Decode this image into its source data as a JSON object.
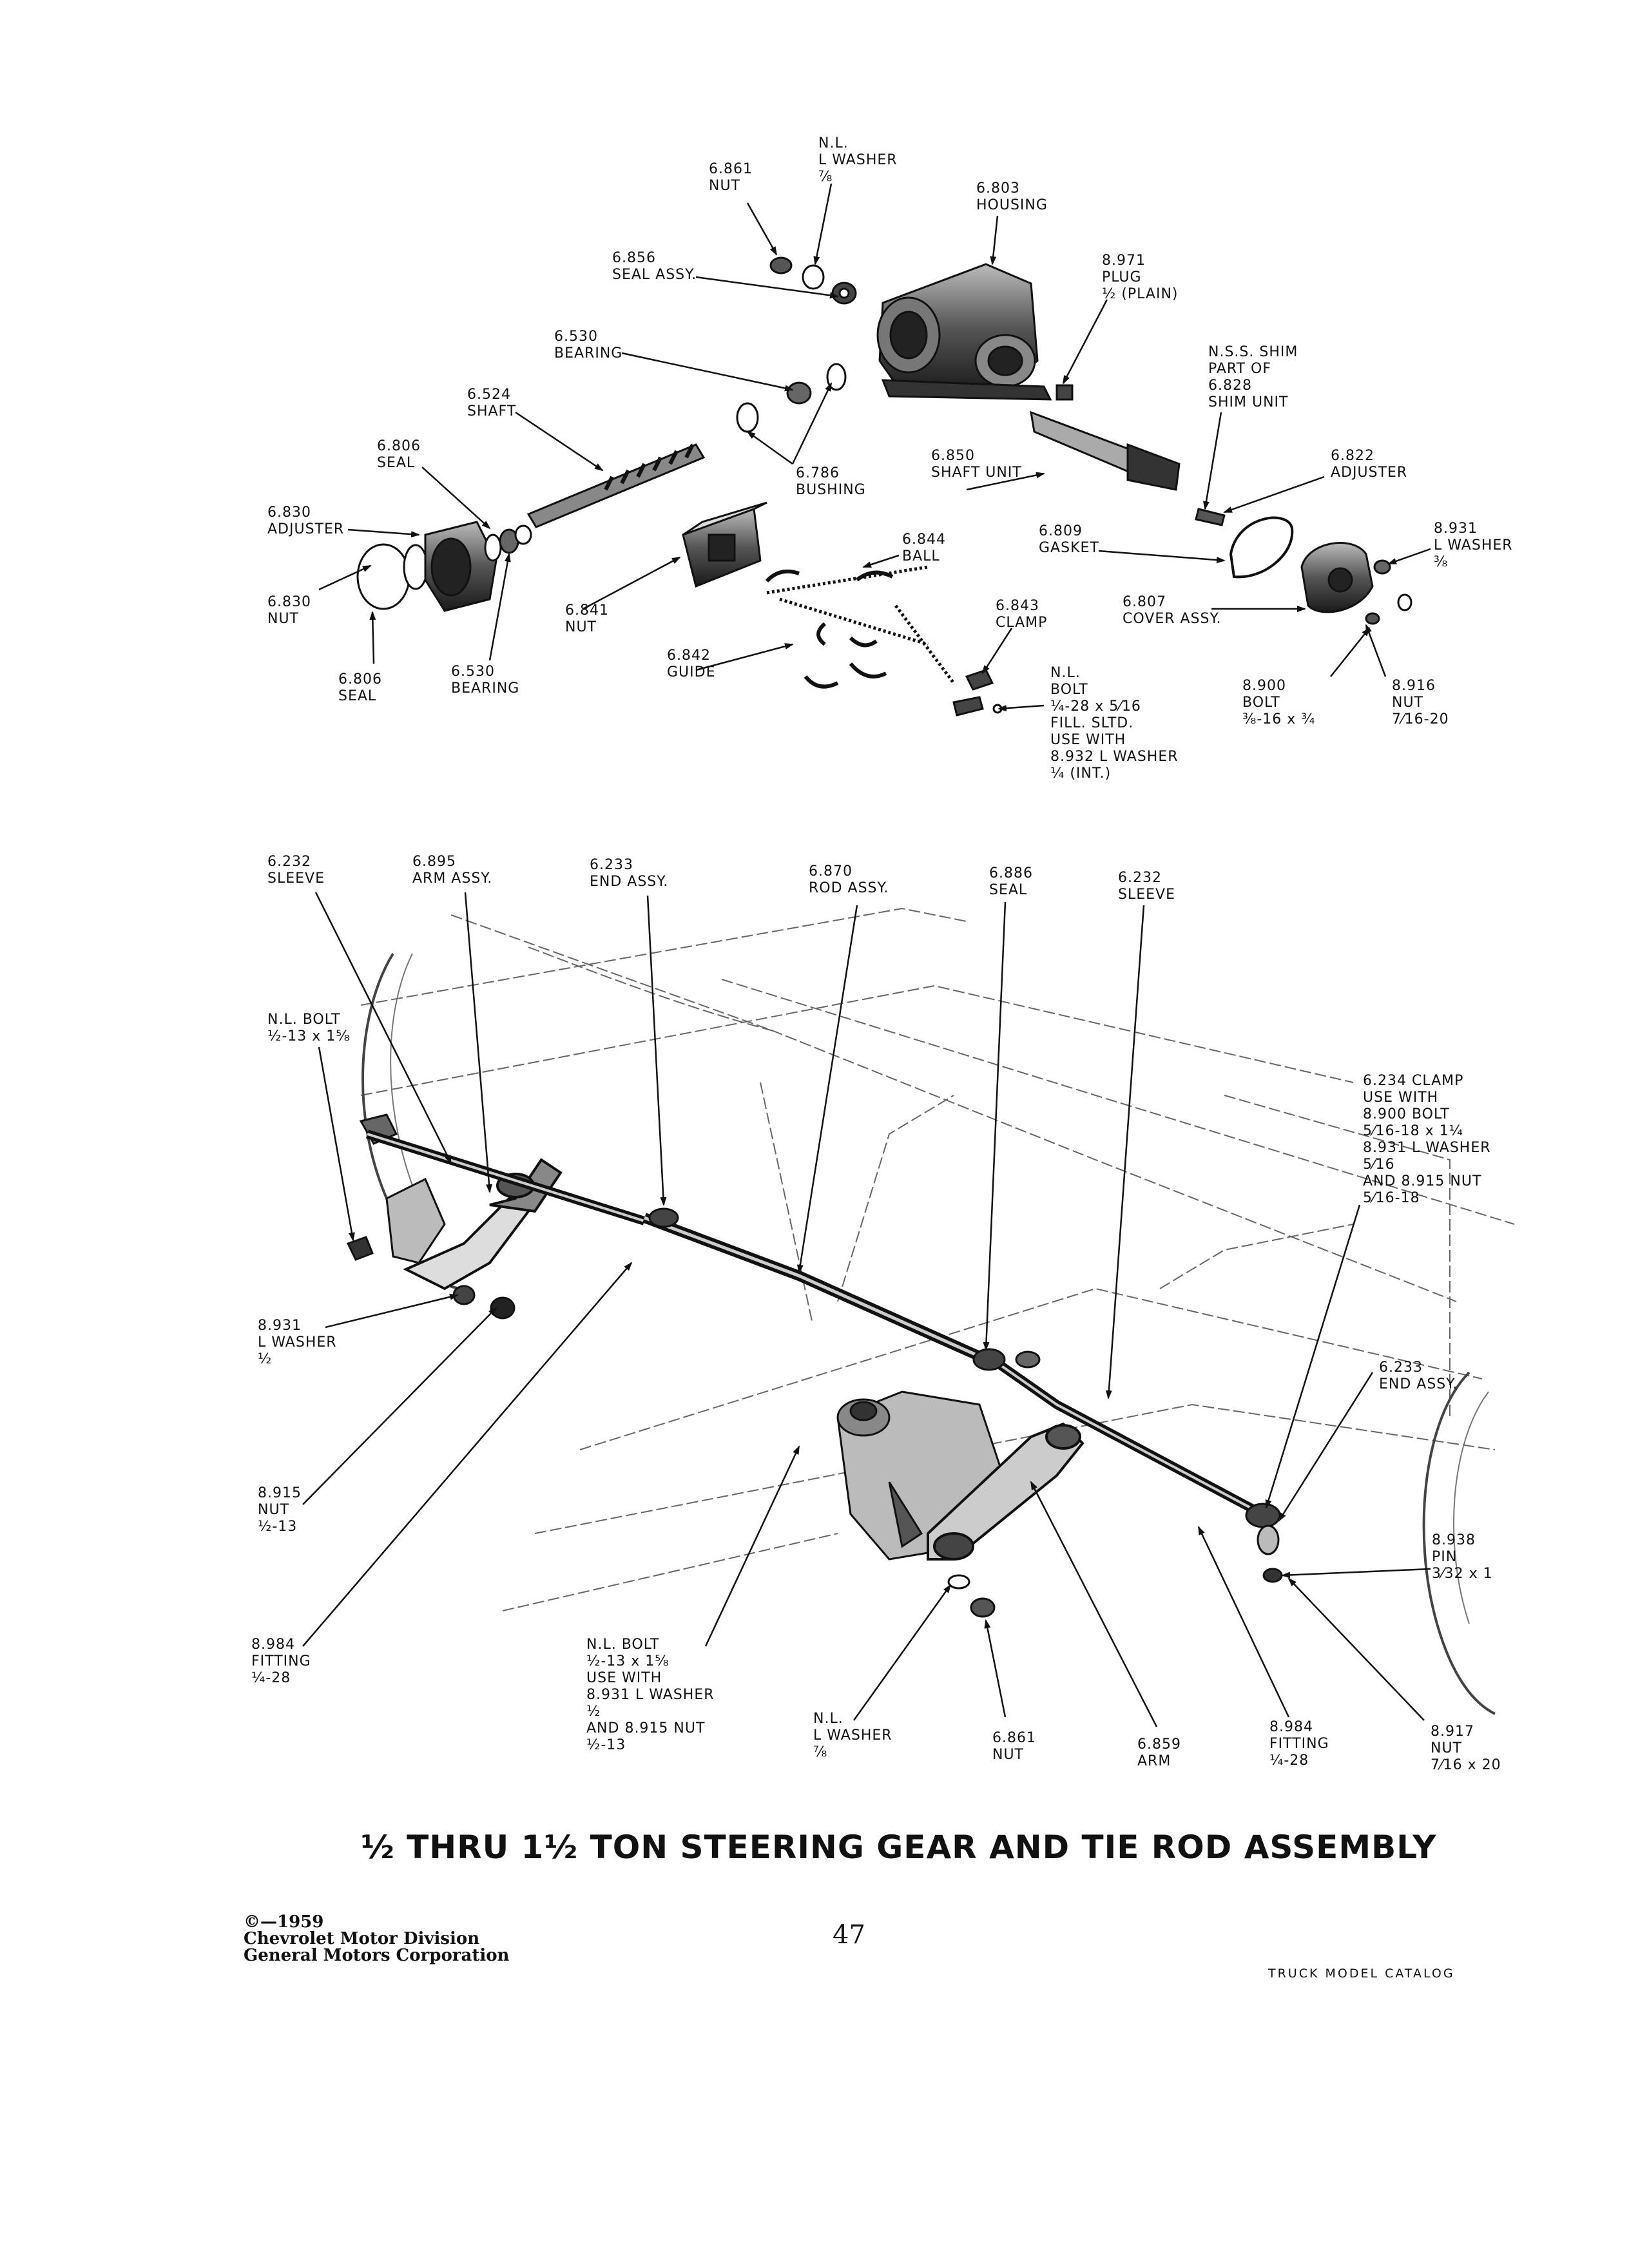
{
  "labels": [
    {
      "id": "nl-washer-top",
      "lines": [
        "N.L.",
        "L WASHER",
        "⅞"
      ]
    },
    {
      "id": "nut-6861-top",
      "lines": [
        "6.861",
        "NUT"
      ]
    },
    {
      "id": "housing-6803",
      "lines": [
        "6.803",
        "HOUSING"
      ]
    },
    {
      "id": "seal-assy-6856",
      "lines": [
        "6.856",
        "SEAL ASSY."
      ]
    },
    {
      "id": "plug-8971",
      "lines": [
        "8.971",
        "PLUG",
        "½ (PLAIN)"
      ]
    },
    {
      "id": "bearing-6530-top",
      "lines": [
        "6.530",
        "BEARING"
      ]
    },
    {
      "id": "shim-nss",
      "lines": [
        "N.S.S. SHIM",
        "PART OF",
        "6.828",
        "SHIM UNIT"
      ]
    },
    {
      "id": "shaft-6524",
      "lines": [
        "6.524",
        "SHAFT"
      ]
    },
    {
      "id": "seal-6806-top",
      "lines": [
        "6.806",
        "SEAL"
      ]
    },
    {
      "id": "bushing-6786",
      "lines": [
        "6.786",
        "BUSHING"
      ]
    },
    {
      "id": "shaft-unit-6850",
      "lines": [
        "6.850",
        "SHAFT UNIT"
      ]
    },
    {
      "id": "adjuster-6822",
      "lines": [
        "6.822",
        "ADJUSTER"
      ]
    },
    {
      "id": "adjuster-6830",
      "lines": [
        "6.830",
        "ADJUSTER"
      ]
    },
    {
      "id": "ball-6844",
      "lines": [
        "6.844",
        "BALL"
      ]
    },
    {
      "id": "gasket-6809",
      "lines": [
        "6.809",
        "GASKET"
      ]
    },
    {
      "id": "washer-8931-top",
      "lines": [
        "8.931",
        "L WASHER",
        "⅜"
      ]
    },
    {
      "id": "nut-6830",
      "lines": [
        "6.830",
        "NUT"
      ]
    },
    {
      "id": "nut-6841",
      "lines": [
        "6.841",
        "NUT"
      ]
    },
    {
      "id": "clamp-6843",
      "lines": [
        "6.843",
        "CLAMP"
      ]
    },
    {
      "id": "cover-6807",
      "lines": [
        "6.807",
        "COVER ASSY."
      ]
    },
    {
      "id": "guide-6842",
      "lines": [
        "6.842",
        "GUIDE"
      ]
    },
    {
      "id": "seal-6806-bottom",
      "lines": [
        "6.806",
        "SEAL"
      ]
    },
    {
      "id": "bearing-6530-bottom",
      "lines": [
        "6.530",
        "BEARING"
      ]
    },
    {
      "id": "nl-bolt-fill",
      "lines": [
        "N.L.",
        "BOLT",
        "¼-28 x 5⁄16",
        "FILL. SLTD.",
        "USE WITH",
        "8.932 L WASHER",
        "¼ (INT.)"
      ]
    },
    {
      "id": "bolt-8900",
      "lines": [
        "8.900",
        "BOLT",
        "⅜-16 x ¾"
      ]
    },
    {
      "id": "nut-8916",
      "lines": [
        "8.916",
        "NUT",
        "7⁄16-20"
      ]
    },
    {
      "id": "sleeve-6232-left",
      "lines": [
        "6.232",
        "SLEEVE"
      ]
    },
    {
      "id": "arm-6895",
      "lines": [
        "6.895",
        "ARM ASSY."
      ]
    },
    {
      "id": "end-6233-top",
      "lines": [
        "6.233",
        "END ASSY."
      ]
    },
    {
      "id": "rod-6870",
      "lines": [
        "6.870",
        "ROD ASSY."
      ]
    },
    {
      "id": "seal-6886",
      "lines": [
        "6.886",
        "SEAL"
      ]
    },
    {
      "id": "sleeve-6232-right",
      "lines": [
        "6.232",
        "SLEEVE"
      ]
    },
    {
      "id": "nl-bolt-left",
      "lines": [
        "N.L. BOLT",
        "½-13 x 1⅝"
      ]
    },
    {
      "id": "clamp-6234",
      "lines": [
        "6.234 CLAMP",
        "USE WITH",
        "8.900 BOLT",
        "5⁄16-18 x 1¼",
        "8.931 L WASHER",
        "5⁄16",
        "AND 8.915 NUT",
        "5⁄16-18"
      ]
    },
    {
      "id": "washer-8931-left",
      "lines": [
        "8.931",
        "L WASHER",
        "½"
      ]
    },
    {
      "id": "end-6233-right",
      "lines": [
        "6.233",
        "END ASSY."
      ]
    },
    {
      "id": "nut-8915",
      "lines": [
        "8.915",
        "NUT",
        "½-13"
      ]
    },
    {
      "id": "pin-8938",
      "lines": [
        "8.938",
        "PIN",
        "3⁄32 x 1"
      ]
    },
    {
      "id": "fitting-8984-left",
      "lines": [
        "8.984",
        "FITTING",
        "¼-28"
      ]
    },
    {
      "id": "nl-bolt-bottom",
      "lines": [
        "N.L. BOLT",
        "½-13 x 1⅝",
        "USE WITH",
        "8.931 L WASHER",
        "½",
        "AND 8.915 NUT",
        "½-13"
      ]
    },
    {
      "id": "nl-washer-bottom",
      "lines": [
        "N.L.",
        "L WASHER",
        "⅞"
      ]
    },
    {
      "id": "nut-6861-bottom",
      "lines": [
        "6.861",
        "NUT"
      ]
    },
    {
      "id": "arm-6859",
      "lines": [
        "6.859",
        "ARM"
      ]
    },
    {
      "id": "fitting-8984-right",
      "lines": [
        "8.984",
        "FITTING",
        "¼-28"
      ]
    },
    {
      "id": "nut-8917",
      "lines": [
        "8.917",
        "NUT",
        "7⁄16 x 20"
      ]
    }
  ],
  "title": "½ THRU 1½ TON STEERING GEAR AND TIE ROD ASSEMBLY",
  "copyright": [
    "©—1959",
    "Chevrolet Motor Division",
    "General Motors Corporation"
  ],
  "page_number": "47",
  "catalog_name": "TRUCK MODEL CATALOG"
}
